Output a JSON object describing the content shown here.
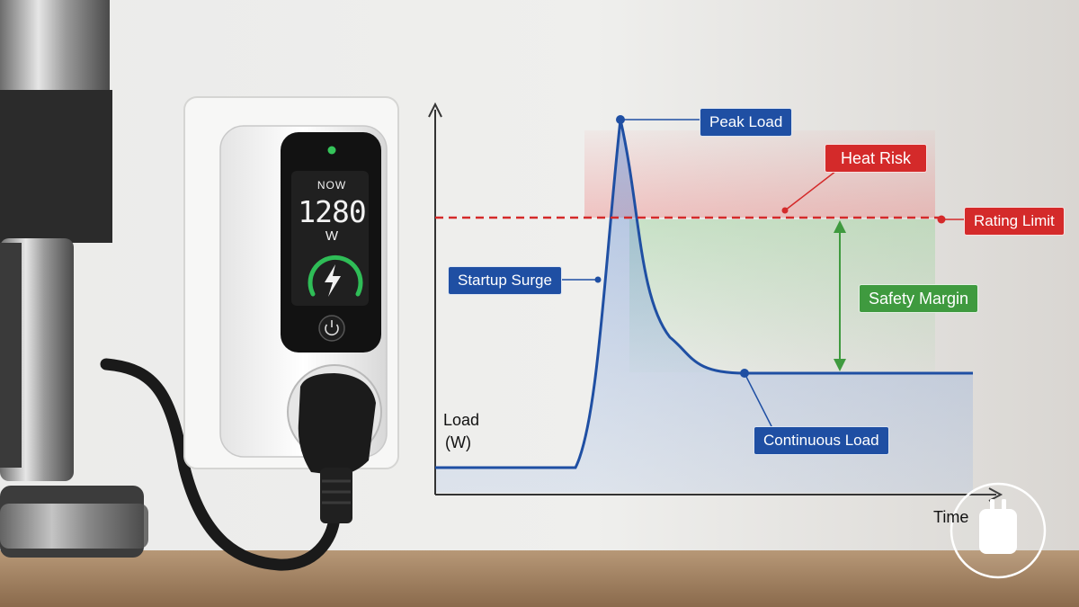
{
  "device": {
    "mode_label": "NOW",
    "reading": "1280",
    "unit": "W",
    "status_led_color": "#35c45a",
    "icons": [
      "lightning-bolt-icon",
      "power-icon"
    ]
  },
  "diagram": {
    "axis": {
      "y_label_line1": "Load",
      "y_label_line2": "(W)",
      "x_label": "Time"
    },
    "labels": {
      "peak_load": "Peak Load",
      "heat_risk": "Heat Risk",
      "rating_limit": "Rating Limit",
      "startup_surge": "Startup Surge",
      "safety_margin": "Safety Margin",
      "continuous_load": "Continuous Load"
    },
    "colors": {
      "curve": "#1f4fa3",
      "limit": "#d42a2a",
      "margin": "#3f9a3f"
    }
  },
  "corner_badge": {
    "icon": "plug-icon"
  }
}
